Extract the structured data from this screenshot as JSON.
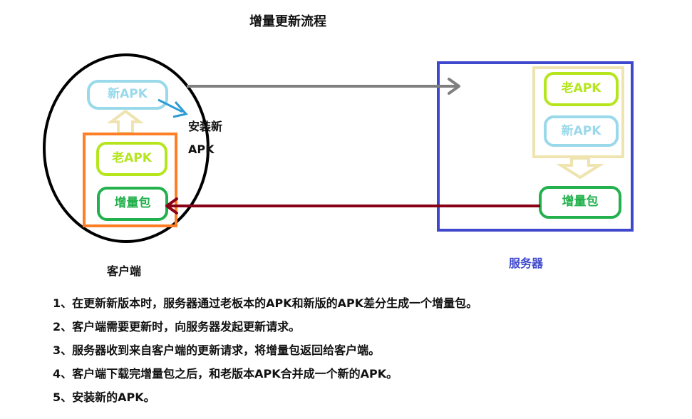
{
  "title": "增量更新流程",
  "client": {
    "label": "客户端",
    "new_apk": "新APK",
    "old_apk": "老APK",
    "patch": "增量包",
    "install_line1": "安装新",
    "install_line2": "APK"
  },
  "server": {
    "label": "服务器",
    "old_apk": "老APK",
    "new_apk": "新APK",
    "patch": "增量包"
  },
  "steps": [
    "1、在更新新版本时，服务器通过老板本的APK和新版的APK差分生成一个增量包。",
    "2、客户端需要更新时，向服务器发起更新请求。",
    "3、服务器收到来自客户端的更新请求，将增量包返回给客户端。",
    "4、客户端下载完增量包之后，和老版本APK合并成一个新的APK。",
    "5、安装新的APK。"
  ],
  "colors": {
    "green": "#22b14c",
    "lime": "#b5e61d",
    "light_blue": "#99d9ea",
    "cream": "#efe4b0",
    "orange": "#ff7f27",
    "server_blue": "#3f48cc",
    "request_arrow": "#7f7f7f",
    "response_arrow": "#880015"
  }
}
